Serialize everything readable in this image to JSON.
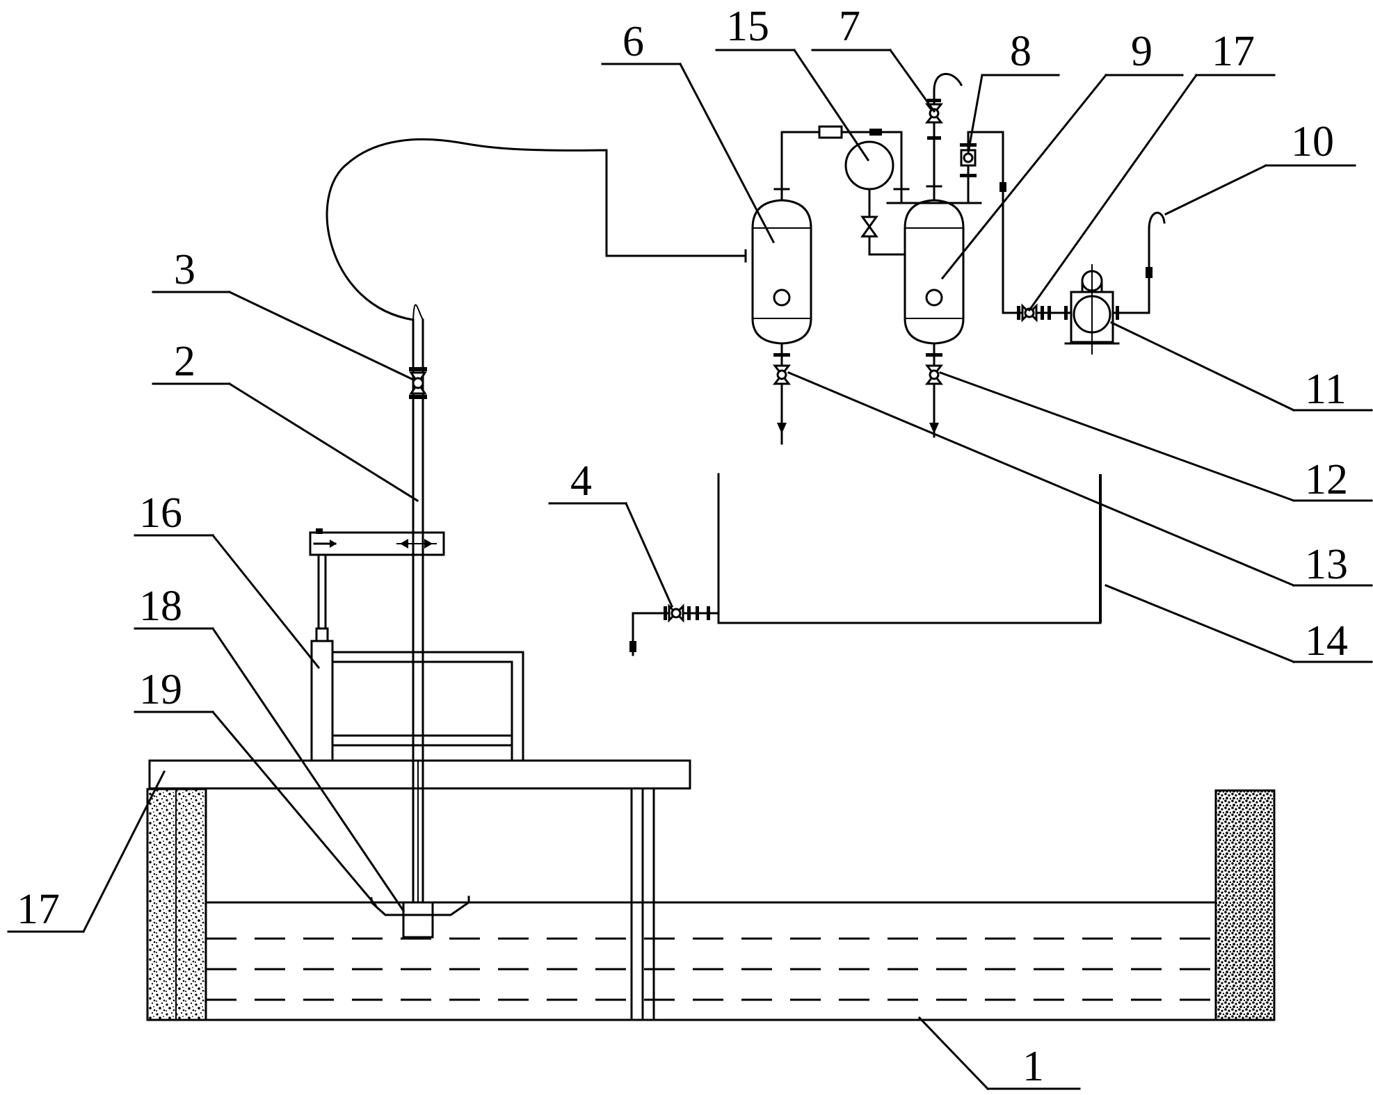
{
  "labels": {
    "l1": "1",
    "l2": "2",
    "l3": "3",
    "l4": "4",
    "l6": "6",
    "l7": "7",
    "l8": "8",
    "l9": "9",
    "l10": "10",
    "l11": "11",
    "l12": "12",
    "l13": "13",
    "l14": "14",
    "l15": "15",
    "l16": "16",
    "l17a": "17",
    "l17b": "17",
    "l18": "18",
    "l19": "19"
  }
}
